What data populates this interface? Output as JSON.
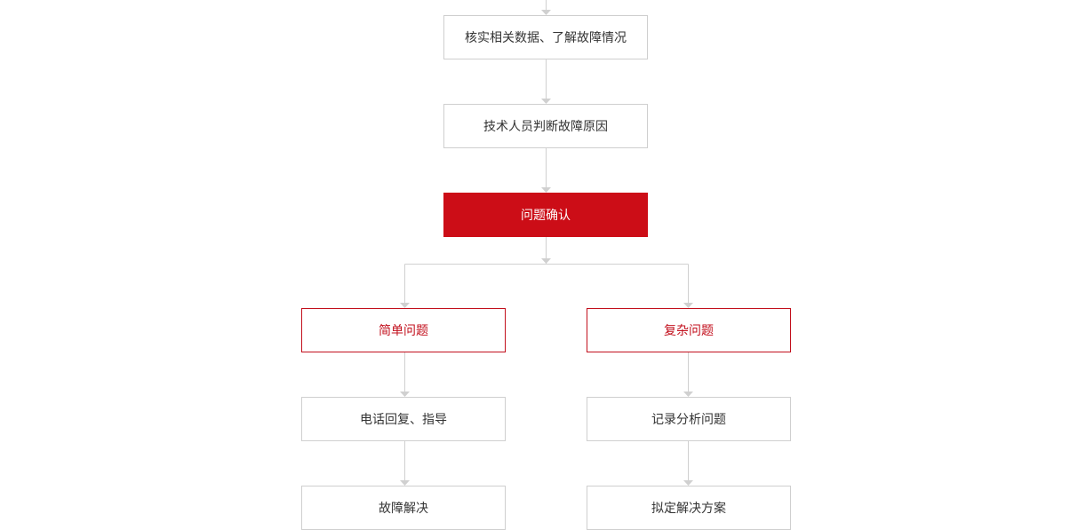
{
  "colors": {
    "primary_red": "#cc0d17",
    "accent_red": "#c20f1c",
    "line_gray": "#d0d0d0",
    "box_border": "#cfcfcf",
    "text": "#333333"
  },
  "flow": {
    "verify": "核实相关数据、了解故障情况",
    "judge": "技术人员判断故障原因",
    "confirm": "问题确认",
    "simple": "简单问题",
    "complex": "复杂问题",
    "phone_guide": "电话回复、指导",
    "record_analyze": "记录分析问题",
    "fault_resolved": "故障解决",
    "draft_plan": "拟定解决方案"
  }
}
